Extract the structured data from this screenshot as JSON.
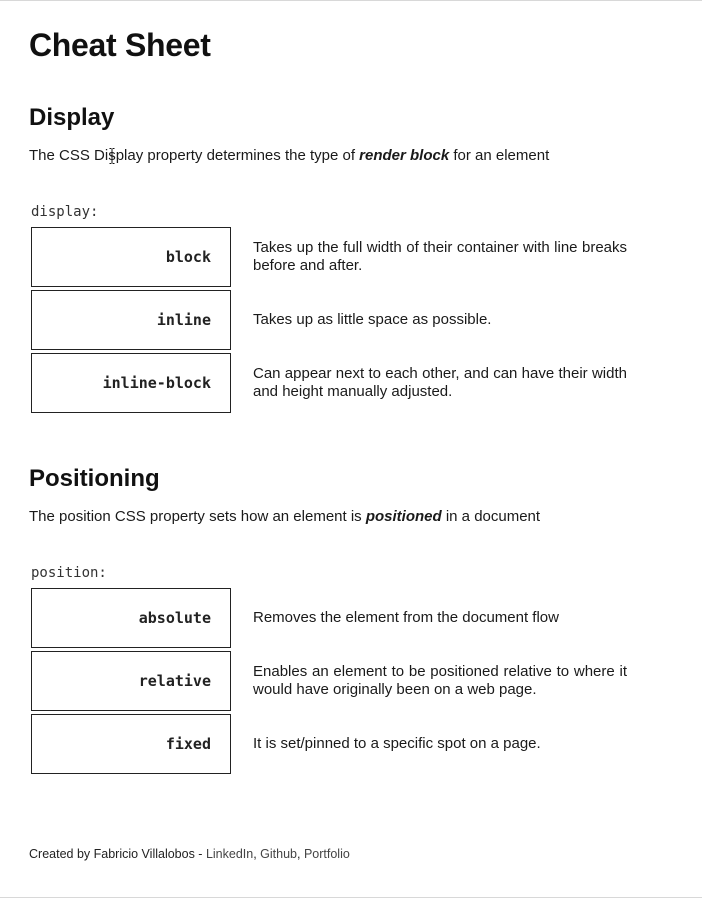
{
  "page": {
    "title": "Cheat Sheet"
  },
  "display": {
    "heading": "Display",
    "desc_before": "The CSS Display property determines the type of ",
    "desc_emphasis": "render block",
    "desc_after": " for an element",
    "property_label": "display:",
    "values": [
      {
        "name": "block",
        "description": "Takes up the full width of their container with line breaks before and after."
      },
      {
        "name": "inline",
        "description": "Takes up as little space as possible."
      },
      {
        "name": "inline-block",
        "description": "Can appear next to each other, and can have their width and height manually adjusted."
      }
    ]
  },
  "positioning": {
    "heading": "Positioning",
    "desc_before": "The position CSS property sets how an element is ",
    "desc_emphasis": "positioned",
    "desc_after": " in a document",
    "property_label": "position:",
    "values": [
      {
        "name": "absolute",
        "description": "Removes the element from the document flow"
      },
      {
        "name": "relative",
        "description": "Enables an element to be positioned relative to where it would have originally been on a web page."
      },
      {
        "name": "fixed",
        "description": "It is set/pinned to a specific spot on a page."
      }
    ]
  },
  "footer": {
    "prefix": "Created by Fabricio Villalobos - ",
    "links": [
      "LinkedIn",
      "Github",
      "Portfolio"
    ],
    "separator": ", "
  }
}
